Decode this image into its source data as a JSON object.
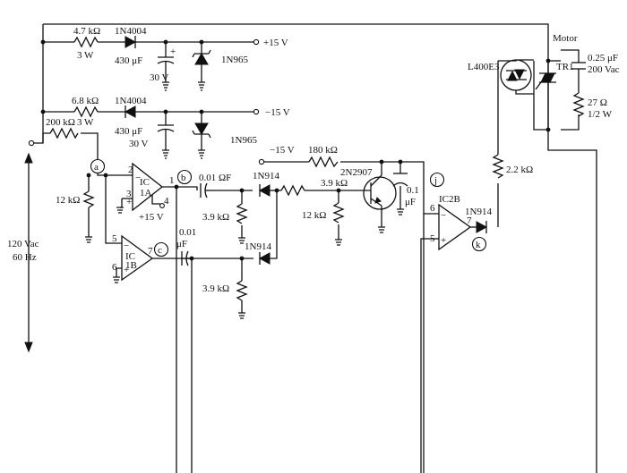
{
  "labels": {
    "r1_value": "4.7 kΩ",
    "r1_power": "3 W",
    "d1_part": "1N4004",
    "c1_value": "430 μF",
    "c1_voltage": "30 V",
    "c1_plus": "+",
    "z1_part": "1N965",
    "supply_pos": "+15 V",
    "r2_value": "6.8 kΩ",
    "r2_power": "3 W",
    "d2_part": "1N4004",
    "c2_value": "430 μF",
    "c2_voltage": "30 V",
    "supply_neg": "−15 V",
    "z2_part": "1N965",
    "motor": "Motor",
    "lamp_part": "L400E3",
    "triac": "TR1",
    "snub_c_value": "0.25 μF",
    "snub_c_voltage": "200 Vac",
    "snub_r_value": "27 Ω",
    "snub_r_power": "1/2 W",
    "r_gate": "2.2 kΩ",
    "r_in": "200 kΩ",
    "r_a": "12 kΩ",
    "ac_line_voltage": "120 Vac",
    "ac_line_freq": "60 Hz",
    "ic1a_name": "IC",
    "ic1a_unit": "1A",
    "ic1a_pin2": "2",
    "ic1a_pin1": "1",
    "ic1a_pin3": "3",
    "ic1a_pin4": "4",
    "ic1a_supply": "+15 V",
    "ic1b_name": "IC",
    "ic1b_unit": "1B",
    "ic1b_pin5": "5",
    "ic1b_pin6": "6",
    "ic1b_pin7": "7",
    "c_b": "0.01 ΩF",
    "c_c_top": "0.01",
    "c_c_bottom": "μF",
    "d_b": "1N914",
    "d_c": "1N914",
    "r_b": "3.9 kΩ",
    "r_c": "3.9 kΩ",
    "neg15_label": "−15 V",
    "r_180": "180 kΩ",
    "q_part": "2N2907",
    "r_q_base": "3.9 kΩ",
    "r_q_emitter": "12 kΩ",
    "c_q_top": "0.1",
    "c_q_bottom": "μF",
    "ic2b_name": "IC2B",
    "ic2b_pin6": "6",
    "ic2b_pin5": "5",
    "ic2b_pin7": "7",
    "d_k": "1N914",
    "node_a": "a",
    "node_b": "b",
    "node_c": "c",
    "node_j": "j",
    "node_k": "k",
    "minus": "−",
    "plus": "+"
  }
}
